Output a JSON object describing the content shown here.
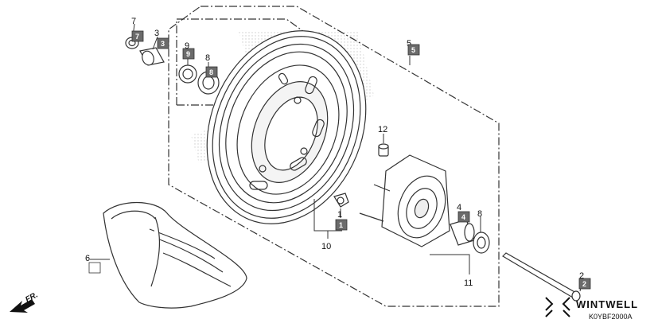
{
  "colors": {
    "line": "#333333",
    "badge_fill": "#6b6b6b",
    "hatch": "#bbbbbb",
    "background": "#ffffff"
  },
  "callouts": [
    {
      "id": "c7",
      "number": "7",
      "badge": "7"
    },
    {
      "id": "c3",
      "number": "3",
      "badge": "3"
    },
    {
      "id": "c9",
      "number": "9",
      "badge": "9"
    },
    {
      "id": "c8a",
      "number": "8",
      "badge": "8"
    },
    {
      "id": "c5",
      "number": "5",
      "badge": "5"
    },
    {
      "id": "c12",
      "number": "12",
      "badge": ""
    },
    {
      "id": "c1",
      "number": "1",
      "badge": "1"
    },
    {
      "id": "c10",
      "number": "10",
      "badge": ""
    },
    {
      "id": "c4",
      "number": "4",
      "badge": "4"
    },
    {
      "id": "c8b",
      "number": "8",
      "badge": ""
    },
    {
      "id": "c11",
      "number": "11",
      "badge": ""
    },
    {
      "id": "c6",
      "number": "6",
      "badge": ""
    },
    {
      "id": "c2",
      "number": "2",
      "badge": "2"
    }
  ],
  "direction_label": "FR.",
  "brand": "WINTWELL",
  "diagram_code": "K0YBF2000A",
  "icons": {
    "logo": "wintwell-x-logo-icon",
    "arrow": "front-direction-arrow-icon"
  }
}
